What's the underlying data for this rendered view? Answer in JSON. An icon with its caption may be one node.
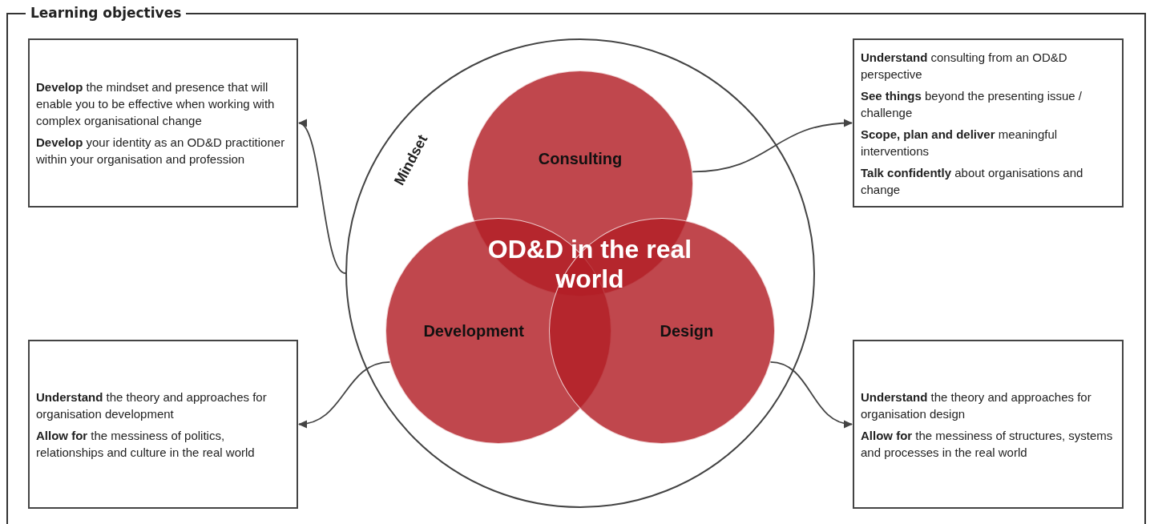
{
  "diagram": {
    "nodes": [
      {
        "text": [
          "Learning objectives"
        ]
      },
      {
        "text": [
          "Mindset"
        ],
        "in": 0
      },
      {
        "text": [
          "Consulting"
        ],
        "in": 1
      },
      {
        "text": [
          "Development"
        ],
        "in": 1
      },
      {
        "text": [
          "Design"
        ],
        "in": 1
      },
      {
        "text": [
          "**Develop** the mindset and presence that will enable you to be effective when working with complex organisational change",
          "**Develop** your identity as an OD&D practitioner within your organisation and profession"
        ],
        "in": 0
      },
      {
        "text": [
          "**Understand** consulting from an OD&D perspective",
          "**See things** beyond the presenting issue / challenge",
          "**Scope, plan and deliver** meaningful interventions",
          "**Talk confidently** about organisations and change"
        ],
        "in": 0
      },
      {
        "text": [
          "**Understand** the theory and approaches for organisation development",
          "**Allow for** the messiness of politics, relationships and culture in the real world"
        ],
        "in": 0
      },
      {
        "text": [
          "**Understand** the theory and approaches for organisation design",
          "**Allow for** the messiness of structures, systems and processes in the real world"
        ],
        "in": 0
      }
    ],
    "edges": [
      {
        "from": 1,
        "to": 5,
        "arrow": "to"
      },
      {
        "from": 2,
        "to": 6,
        "arrow": "to"
      },
      {
        "from": 3,
        "to": 7,
        "arrow": "to"
      },
      {
        "from": 4,
        "to": 8,
        "arrow": "to"
      }
    ],
    "labels": [
      "OD&D in the real world"
    ]
  }
}
